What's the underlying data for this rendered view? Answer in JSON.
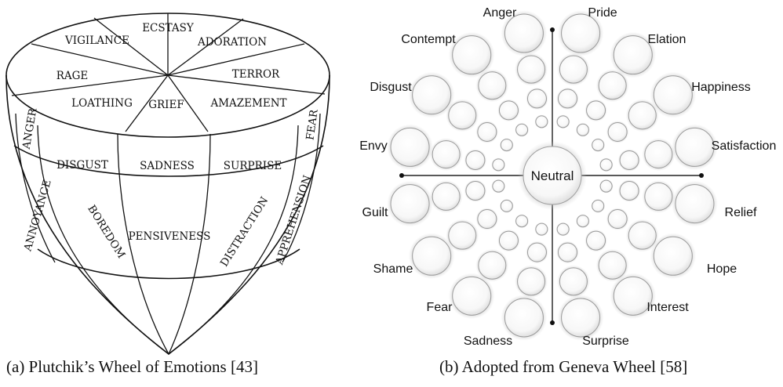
{
  "figure_a": {
    "caption": "(a) Plutchik’s Wheel of Emotions [43]",
    "top_ring": [
      "ECSTASY",
      "VIGILANCE",
      "ADORATION",
      "RAGE",
      "TERROR",
      "LOATHING",
      "GRIEF",
      "AMAZEMENT"
    ],
    "side_outer": [
      "ANGER",
      "FEAR"
    ],
    "middle_band": [
      "DISGUST",
      "SADNESS",
      "SURPRISE"
    ],
    "lower_band": [
      "ANNOYANCE",
      "BOREDOM",
      "PENSIVENESS",
      "DISTRACTION",
      "APPREHENSION"
    ]
  },
  "figure_b": {
    "caption": "(b) Adopted from Geneva Wheel [58]",
    "center_label": "Neutral",
    "emotions": [
      "Anger",
      "Pride",
      "Contempt",
      "Elation",
      "Disgust",
      "Happiness",
      "Envy",
      "Satisfaction",
      "Guilt",
      "Relief",
      "Shame",
      "Hope",
      "Fear",
      "Interest",
      "Sadness",
      "Surprise"
    ]
  }
}
